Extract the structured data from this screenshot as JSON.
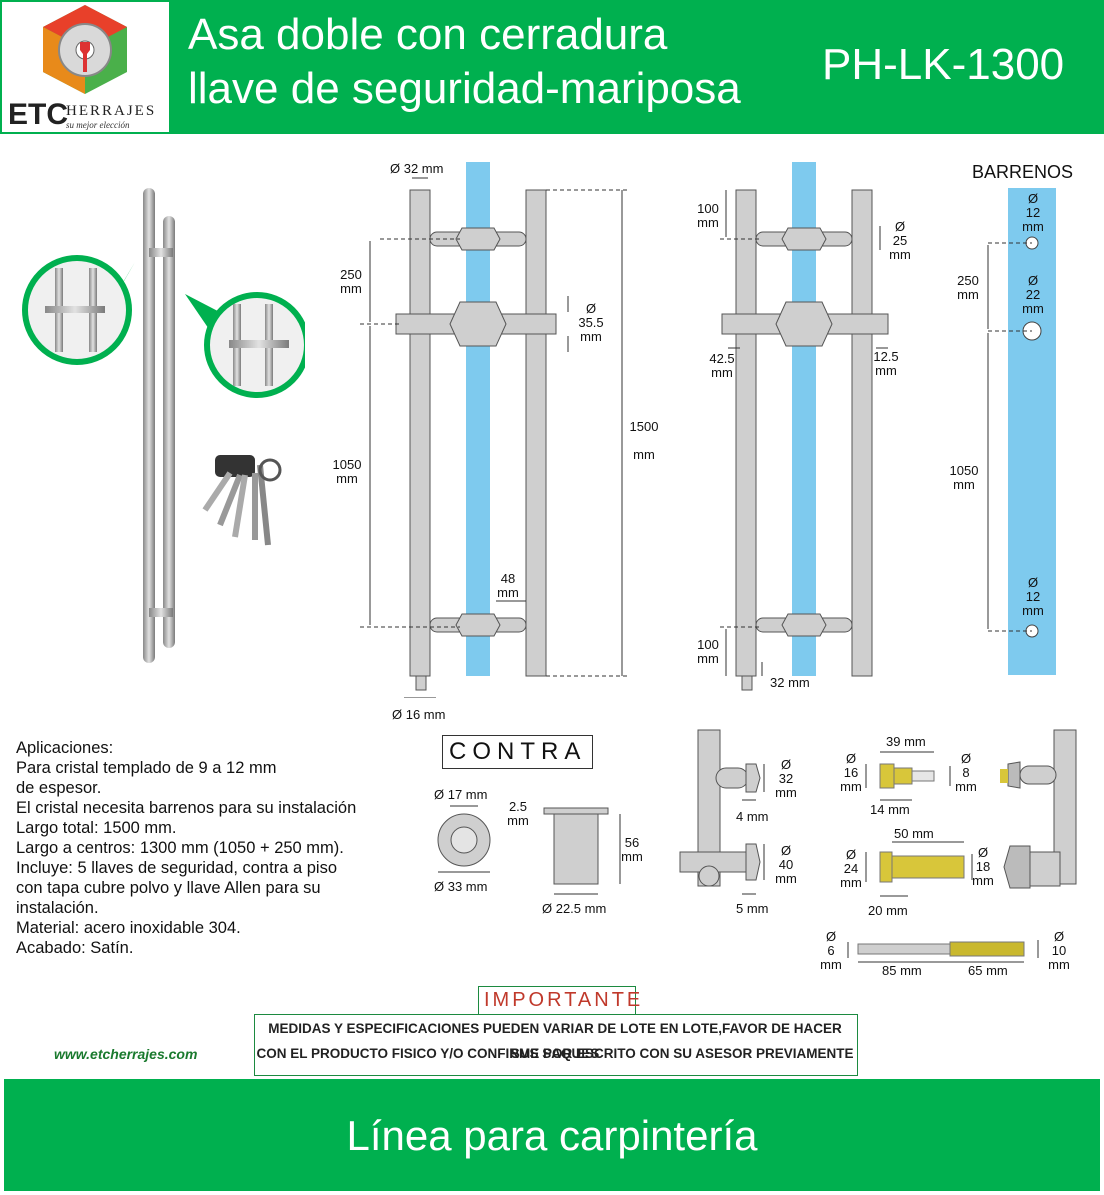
{
  "brand": {
    "name": "ETC",
    "sub": "HERRAJES",
    "tagline": "su mejor elección",
    "website": "www.etcherrajes.com"
  },
  "header": {
    "title_line1": "Asa doble con cerradura",
    "title_line2": "llave de seguridad-mariposa",
    "code": "PH-LK-1300"
  },
  "drawing": {
    "d32_top": "Ø 32 mm",
    "d250": [
      "250",
      "mm"
    ],
    "d1050": [
      "1050",
      "mm"
    ],
    "d355": [
      "Ø",
      "35.5",
      "mm"
    ],
    "d1500": [
      "1500",
      "mm"
    ],
    "d48": [
      "48",
      "mm"
    ],
    "d16": "Ø 16 mm",
    "d100_top": [
      "100",
      "mm"
    ],
    "d25": [
      "Ø",
      "25",
      "mm"
    ],
    "d425": [
      "42.5",
      "mm"
    ],
    "d125": [
      "12.5",
      "mm"
    ],
    "d100_bot": [
      "100",
      "mm"
    ],
    "d32_bot": "32 mm"
  },
  "barrenos": {
    "title": "BARRENOS",
    "h12_top": [
      "Ø",
      "12",
      "mm"
    ],
    "h22": [
      "Ø",
      "22",
      "mm"
    ],
    "h12_bot": [
      "Ø",
      "12",
      "mm"
    ],
    "d250": [
      "250",
      "mm"
    ],
    "d1050": [
      "1050",
      "mm"
    ]
  },
  "specs": [
    "Aplicaciones:",
    "Para cristal templado de 9 a 12 mm",
    "de espesor.",
    "El cristal necesita barrenos para su instalación",
    "Largo total: 1500 mm.",
    "Largo a centros: 1300 mm (1050 + 250 mm).",
    "Incluye: 5 llaves de seguridad, contra a piso",
    "con tapa cubre polvo y llave Allen para su",
    "instalación.",
    " Material: acero inoxidable 304.",
    " Acabado: Satín."
  ],
  "contra": {
    "title": "CONTRA",
    "d17": "Ø 17 mm",
    "d33": "Ø 33 mm",
    "d25": [
      "2.5",
      "mm"
    ],
    "d56": [
      "56",
      "mm"
    ],
    "d225": "Ø 22.5 mm"
  },
  "details": {
    "d32": [
      "Ø",
      "32",
      "mm"
    ],
    "d4": "4 mm",
    "d40": [
      "Ø",
      "40",
      "mm"
    ],
    "d5": "5 mm",
    "d39": "39 mm",
    "d16": [
      "Ø",
      "16",
      "mm"
    ],
    "d8": [
      "Ø",
      "8",
      "mm"
    ],
    "d14": "14 mm",
    "d50": "50 mm",
    "d24": [
      "Ø",
      "24",
      "mm"
    ],
    "d18": [
      "Ø",
      "18",
      "mm"
    ],
    "d20": "20 mm",
    "d6": [
      "Ø",
      "6",
      "mm"
    ],
    "d85": "85 mm",
    "d65": "65 mm",
    "d10": [
      "Ø",
      "10",
      "mm"
    ]
  },
  "important": {
    "title": "IMPORTANTE",
    "line1": "MEDIDAS Y ESPECIFICACIONES PUEDEN VARIAR DE LOTE EN LOTE,FAVOR DE HACER SUS SAQUES",
    "line2": "CON EL PRODUCTO FISICO Y/O CONFIRME POR ESCRITO CON SU ASESOR PREVIAMENTE"
  },
  "footer": {
    "text": "Línea para carpintería"
  },
  "colors": {
    "green": "#00b04f",
    "glass": "#7ecaee",
    "steel": "#c9c9c9",
    "brass": "#d8c63a"
  }
}
